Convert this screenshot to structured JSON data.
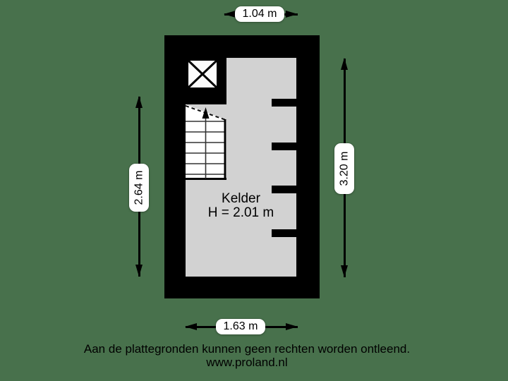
{
  "background_color": "#48714c",
  "floorplan": {
    "room": {
      "name": "Kelder",
      "height_label": "H = 2.01 m"
    },
    "colors": {
      "wall": "#000000",
      "floor": "#d2d2d2",
      "stairs": "#ffffff",
      "label_bg": "#ffffff"
    },
    "dimensions": {
      "top": {
        "label": "1.04 m"
      },
      "left": {
        "label": "2.64 m"
      },
      "right": {
        "label": "3.20 m"
      },
      "bottom": {
        "label": "1.63 m"
      }
    }
  },
  "footer": {
    "disclaimer": "Aan de plattegronden kunnen geen rechten worden ontleend.",
    "website": "www.proland.nl"
  }
}
